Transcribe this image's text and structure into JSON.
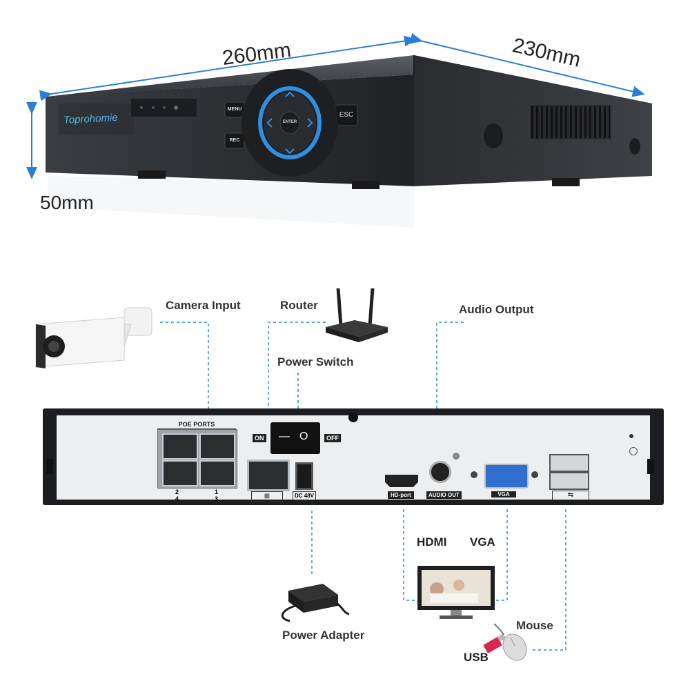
{
  "dimensions": {
    "width": "260mm",
    "depth": "230mm",
    "height": "50mm"
  },
  "front_panel": {
    "brand": "Toprohomie",
    "buttons": {
      "menu": "MENU",
      "rec": "REC",
      "enter": "ENTER",
      "esc": "ESC"
    }
  },
  "connections": {
    "camera_input": "Camera Input",
    "router": "Router",
    "power_switch": "Power Switch",
    "audio_output": "Audio Output",
    "hdmi": "HDMI",
    "vga": "VGA",
    "mouse": "Mouse",
    "usb": "USB",
    "power_adapter": "Power Adapter"
  },
  "rear_panel": {
    "poe_title": "POE PORTS",
    "poe_nums": [
      "2",
      "4",
      "1",
      "3"
    ],
    "on": "ON",
    "off": "OFF",
    "dc": "DC 48V",
    "hd_port": "HD-port",
    "audio_out": "AUDIO OUT",
    "vga": "VGA",
    "switch_on": "—",
    "switch_off": "O"
  },
  "colors": {
    "dimension_arrow": "#2a7fd4",
    "guide_line": "#5aa9e6",
    "panel_bg": "#e9ecef",
    "accent_ring": "#2f8fe0"
  }
}
